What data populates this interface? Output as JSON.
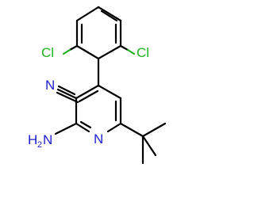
{
  "atoms": {
    "cl_left": "Cl",
    "cl_right": "Cl",
    "nitrile_n": "N",
    "amine_h": "H",
    "amine_h_count": "2",
    "amine_n": "N",
    "ring_n": "N"
  },
  "colors": {
    "carbon_bond": "#000000",
    "chlorine": "#1fb01f",
    "nitrogen": "#2020cc"
  }
}
